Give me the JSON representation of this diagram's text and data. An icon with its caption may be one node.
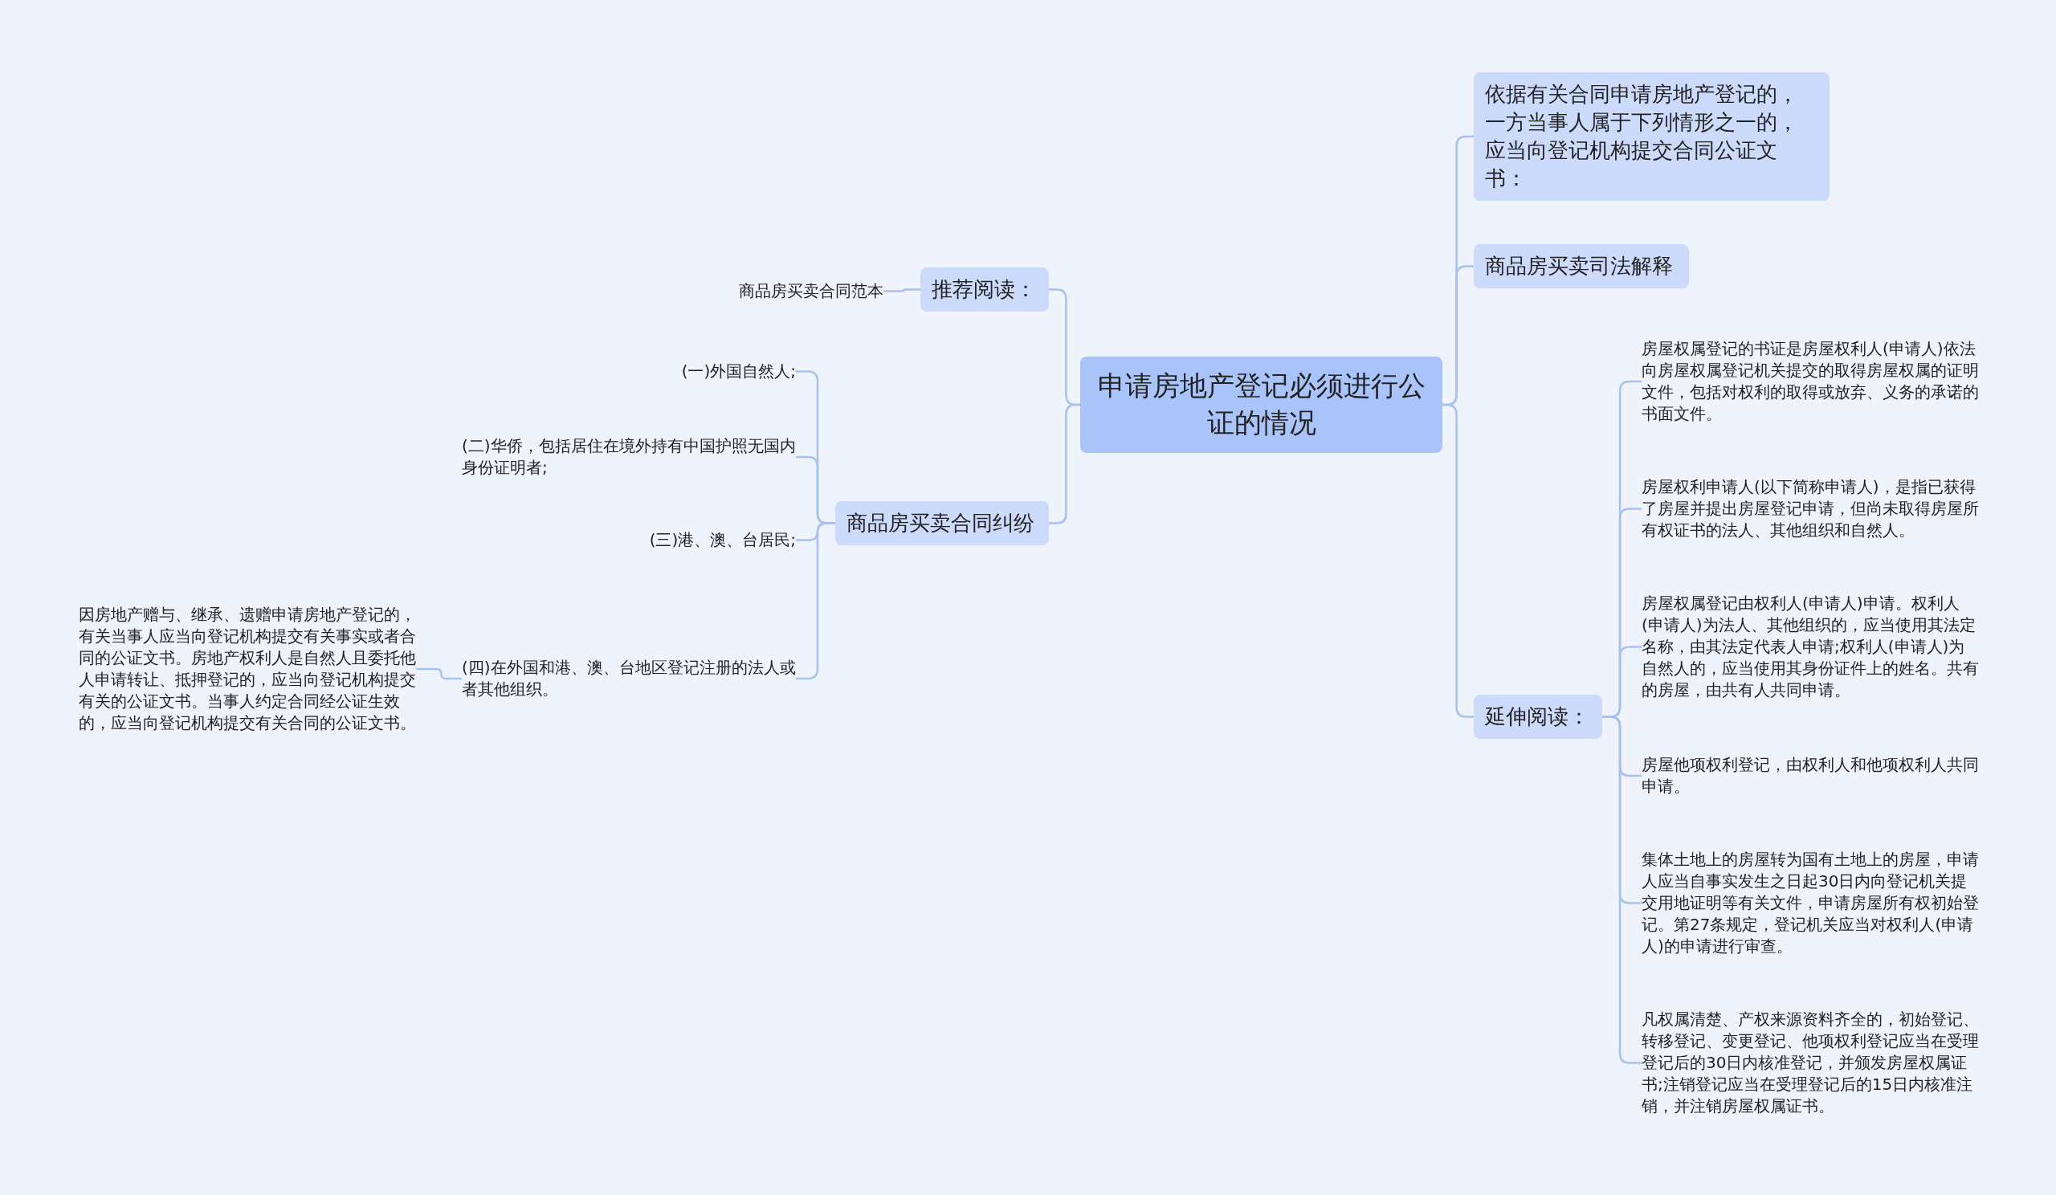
{
  "diagram": {
    "nodes": [
      {
        "text": [
          "申请房地产登记必须进行公证的情况"
        ]
      },
      {
        "text": [
          "推荐阅读："
        ]
      },
      {
        "text": [
          "商品房买卖合同范本"
        ]
      },
      {
        "text": [
          "商品房买卖合同纠纷"
        ]
      },
      {
        "text": [
          "(一)外国自然人;"
        ]
      },
      {
        "text": [
          "(二)华侨，包括居住在境外持有中国护照无国内身份证明者;"
        ]
      },
      {
        "text": [
          "(三)港、澳、台居民;"
        ]
      },
      {
        "text": [
          "(四)在外国和港、澳、台地区登记注册的法人或者其他组织。"
        ]
      },
      {
        "text": [
          "因房地产赠与、继承、遗赠申请房地产登记的，有关当事人应当向登记机构提交有关事实或者合同的公证文书。房地产权利人是自然人且委托他人申请转让、抵押登记的，应当向登记机构提交有关的公证文书。当事人约定合同经公证生效的，应当向登记机构提交有关合同的公证文书。"
        ]
      },
      {
        "text": [
          "依据有关合同申请房地产登记的，一方当事人属于下列情形之一的，应当向登记机构提交合同公证文书："
        ]
      },
      {
        "text": [
          "商品房买卖司法解释"
        ]
      },
      {
        "text": [
          "延伸阅读："
        ]
      },
      {
        "text": [
          "房屋权属登记的书证是房屋权利人(申请人)依法向房屋权属登记机关提交的取得房屋权属的证明文件，包括对权利的取得或放弃、义务的承诺的书面文件。"
        ]
      },
      {
        "text": [
          "房屋权利申请人(以下简称申请人)，是指已获得了房屋并提出房屋登记申请，但尚未取得房屋所有权证书的法人、其他组织和自然人。"
        ]
      },
      {
        "text": [
          "房屋权属登记由权利人(申请人)申请。权利人(申请人)为法人、其他组织的，应当使用其法定名称，由其法定代表人申请;权利人(申请人)为自然人的，应当使用其身份证件上的姓名。共有的房屋，由共有人共同申请。"
        ]
      },
      {
        "text": [
          "房屋他项权利登记，由权利人和他项权利人共同申请。"
        ]
      },
      {
        "text": [
          "集体土地上的房屋转为国有土地上的房屋，申请人应当自事实发生之日起30日内向登记机关提交用地证明等有关文件，申请房屋所有权初始登记。第27条规定，登记机关应当对权利人(申请人)的申请进行审查。"
        ]
      },
      {
        "text": [
          "凡权属清楚、产权来源资料齐全的，初始登记、转移登记、变更登记、他项权利登记应当在受理登记后的30日内核准登记，并颁发房屋权属证书;注销登记应当在受理登记后的15日内核准注销，并注销房屋权属证书。"
        ]
      }
    ],
    "edges": [
      {
        "from": 0,
        "to": 1,
        "arrow": "none"
      },
      {
        "from": 1,
        "to": 2,
        "arrow": "none"
      },
      {
        "from": 0,
        "to": 3,
        "arrow": "none"
      },
      {
        "from": 3,
        "to": 4,
        "arrow": "none"
      },
      {
        "from": 3,
        "to": 5,
        "arrow": "none"
      },
      {
        "from": 3,
        "to": 6,
        "arrow": "none"
      },
      {
        "from": 3,
        "to": 7,
        "arrow": "none"
      },
      {
        "from": 7,
        "to": 8,
        "arrow": "none"
      },
      {
        "from": 0,
        "to": 9,
        "arrow": "none"
      },
      {
        "from": 0,
        "to": 10,
        "arrow": "none"
      },
      {
        "from": 0,
        "to": 11,
        "arrow": "none"
      },
      {
        "from": 11,
        "to": 12,
        "arrow": "none"
      },
      {
        "from": 11,
        "to": 13,
        "arrow": "none"
      },
      {
        "from": 11,
        "to": 14,
        "arrow": "none"
      },
      {
        "from": 11,
        "to": 15,
        "arrow": "none"
      },
      {
        "from": 11,
        "to": 16,
        "arrow": "none"
      },
      {
        "from": 11,
        "to": 17,
        "arrow": "none"
      }
    ]
  }
}
